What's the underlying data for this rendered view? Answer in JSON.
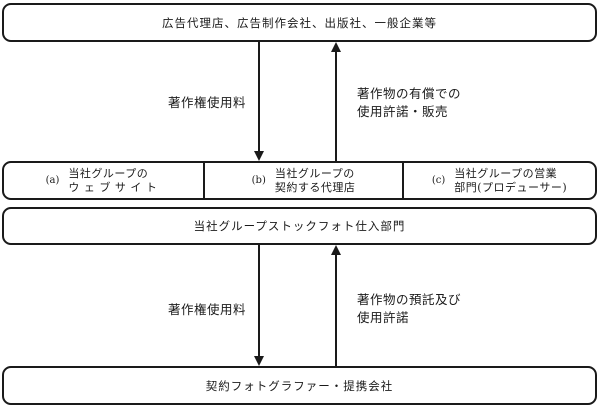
{
  "page": {
    "background": "#ffffff",
    "line_color": "#1a1a1a"
  },
  "boxes": {
    "clients": "広告代理店、広告制作会社、出版社、一般企業等",
    "channels": [
      {
        "tag": "(a)",
        "line1": "当社グループの",
        "line2": "ウェブサイト"
      },
      {
        "tag": "(b)",
        "line1": "当社グループの",
        "line2": "契約する代理店"
      },
      {
        "tag": "(c)",
        "line1": "当社グループの営業",
        "line2": "部門(プロデューサー)"
      }
    ],
    "stock_photo_dept": "当社グループストックフォト仕入部門",
    "photographers": "契約フォトグラファー・提携会社"
  },
  "flows": {
    "upper": {
      "down_label": "著作権使用料",
      "up_label": "著作物の有償での\n使用許諾・販売"
    },
    "lower": {
      "down_label": "著作権使用料",
      "up_label": "著作物の預託及び\n使用許諾"
    }
  }
}
